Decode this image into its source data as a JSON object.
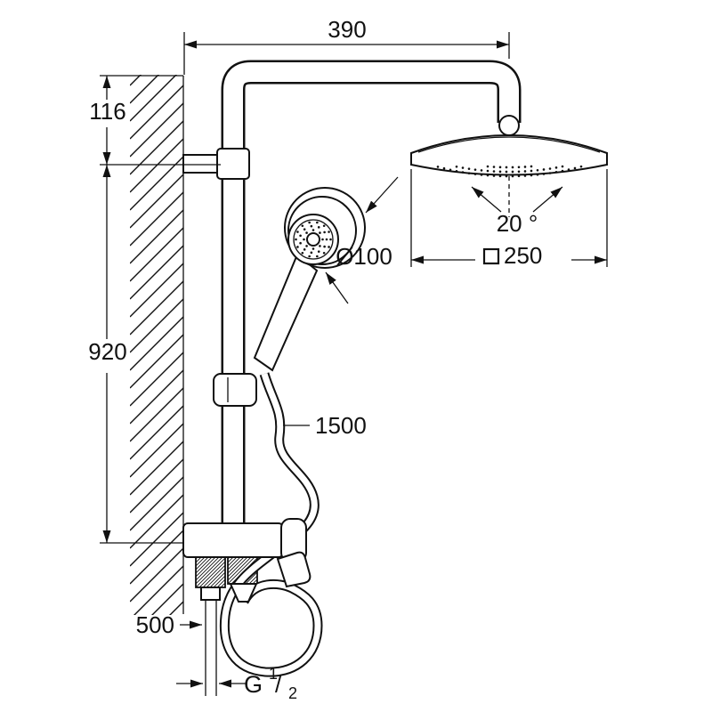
{
  "drawing": {
    "dim_top_width": "390",
    "dim_upper_height": "116",
    "dim_rail_height": "920",
    "dim_hand_shower_diameter": "Ø100",
    "dim_head_size": "250",
    "head_size_symbol_icon": "square-outline",
    "dim_head_angle": "20 °",
    "dim_hose_length": "1500",
    "dim_bottom": "500",
    "thread_prefix": "G",
    "thread_numerator": "1",
    "thread_separator": "/",
    "thread_denominator": "2"
  }
}
